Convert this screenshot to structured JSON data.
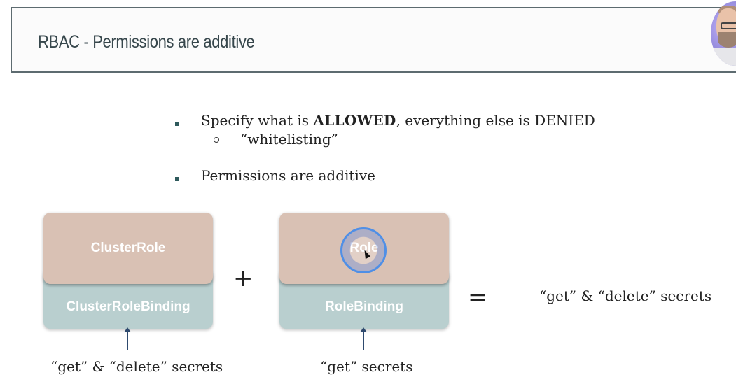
{
  "slide": {
    "title": "RBAC - Permissions are additive"
  },
  "bullets": [
    {
      "before": "Specify what is ",
      "bold": "ALLOWED",
      "after": ", everything else is DENIED",
      "sub": "“whitelisting”"
    },
    {
      "text": "Permissions are additive"
    }
  ],
  "diagram": {
    "left_card": {
      "role_label": "ClusterRole",
      "binding_label": "ClusterRoleBinding",
      "caption": "“get” & “delete” secrets"
    },
    "plus_sign": "+",
    "right_card": {
      "role_label": "Role",
      "binding_label": "RoleBinding",
      "caption": "“get” secrets"
    },
    "equals_sign": "=",
    "result": "“get” & “delete” secrets"
  },
  "colors": {
    "role_fill": "#d9c1b4",
    "binding_fill": "#b9cfcf",
    "title_border": "#5d6b70",
    "bullet_mark": "#2f5a5c",
    "arrow": "#2e4a6e",
    "click_highlight": "#4f8fe6"
  },
  "icons": {
    "webcam": "presenter-webcam-overlay",
    "cursor": "mouse-cursor-icon"
  }
}
